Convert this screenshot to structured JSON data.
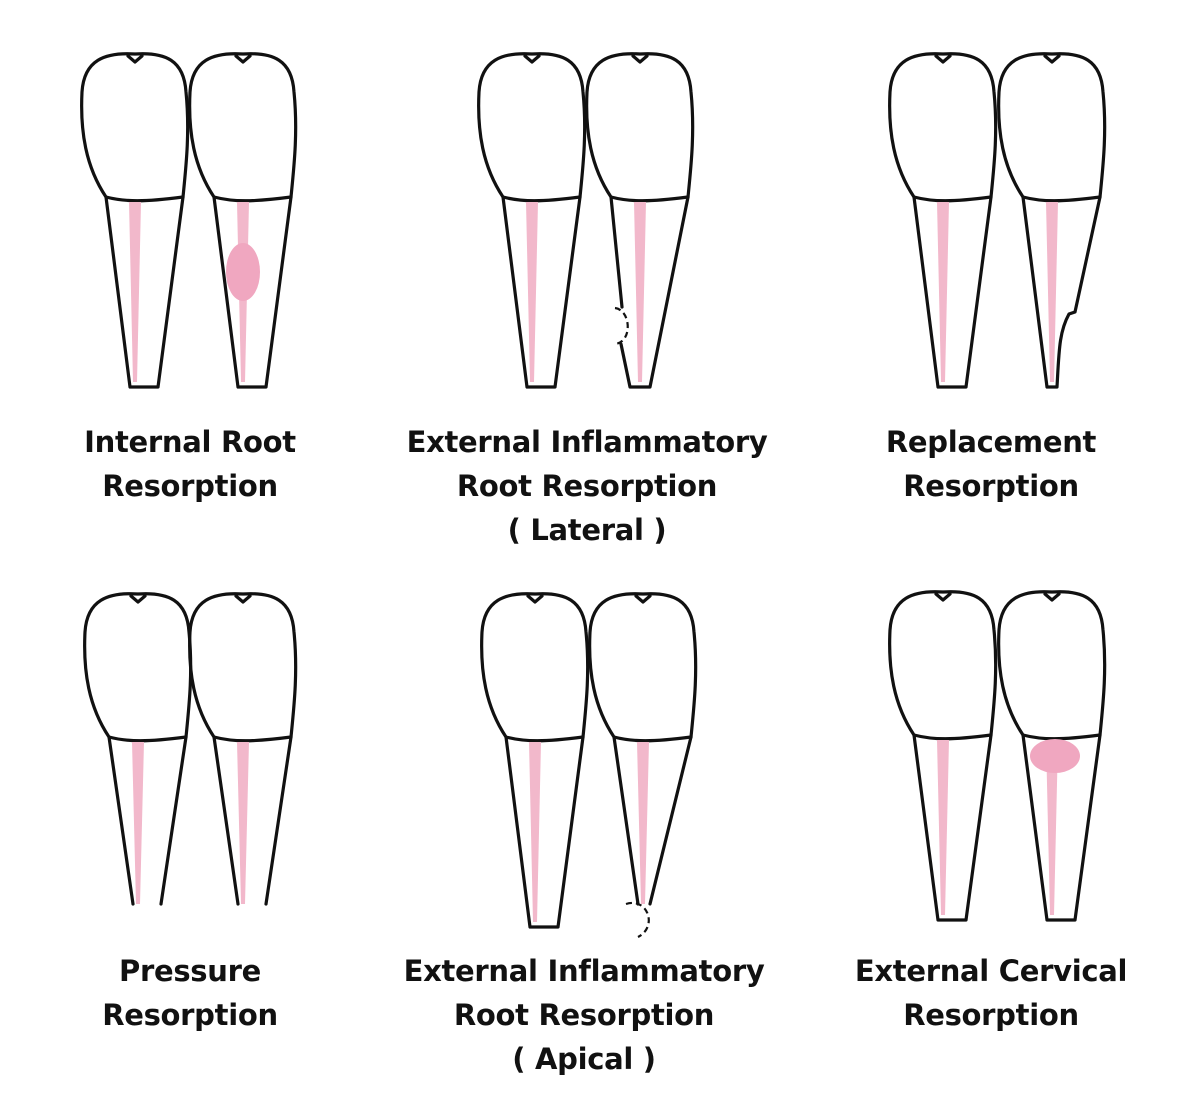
{
  "colors": {
    "outline": "#111111",
    "pulp": "#f2b8cb",
    "lesion": "#f0a7c0",
    "background": "#ffffff"
  },
  "panels": [
    {
      "id": "internal-root-resorption",
      "lines": [
        "Internal Root",
        "Resorption"
      ]
    },
    {
      "id": "external-inflammatory-lateral",
      "lines": [
        "External Inflammatory",
        "Root Resorption",
        "( Lateral )"
      ]
    },
    {
      "id": "replacement-resorption",
      "lines": [
        "Replacement",
        "Resorption"
      ]
    },
    {
      "id": "pressure-resorption",
      "lines": [
        "Pressure",
        "Resorption"
      ]
    },
    {
      "id": "external-inflammatory-apical",
      "lines": [
        "External Inflammatory",
        "Root Resorption",
        "( Apical )"
      ]
    },
    {
      "id": "external-cervical-resorption",
      "lines": [
        "External Cervical",
        "Resorption"
      ]
    }
  ]
}
